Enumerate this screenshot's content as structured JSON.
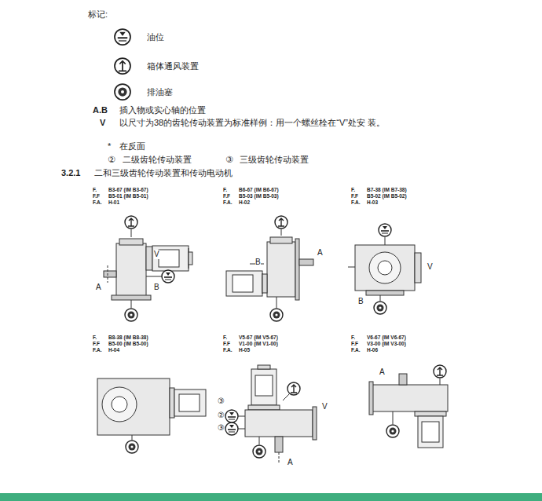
{
  "diagram": {
    "labels": [
      "标记:",
      "A.B",
      "插入物或实心轴的位置",
      "V",
      "以尺寸为38的齿轮传动装置为标准样例：用一个螺丝栓在“V”处安 装。",
      "*",
      "在反面",
      "②",
      "二级齿轮传动装置",
      "③",
      "三级齿轮传动装置",
      "3.2.1",
      "二和三级齿轮传动装置和传动电动机",
      "F.",
      "B3-67 (IM B3-67)",
      "F.F",
      "B5-01 (IM B5-01)",
      "F.A.",
      "H-01",
      "F.",
      "B6-67 (IM B6-67)",
      "F.F",
      "B5-03 (IM B5-03)",
      "F.A.",
      "H-02",
      "F.",
      "B7-38 (IM B7-38)",
      "F.F",
      "B5-02 (IM B5-02)",
      "F.A.",
      "H-03",
      "F.",
      "B8-38 (IM B8-38)",
      "F.F",
      "B5-00 (IM B5-00)",
      "F.A.",
      "H-04",
      "F.",
      "V5-67 (IM V5-67)",
      "F.F",
      "V1-00 (IM V1-00)",
      "F.A.",
      "H-05",
      "F.",
      "V6-67 (IM V6-67)",
      "F.F",
      "V3-00 (IM V3-00)",
      "F.A.",
      "H-06",
      "V",
      "A",
      "B",
      "B",
      "A",
      "V",
      "B",
      "③",
      "②",
      "③",
      "V",
      "A",
      "A"
    ],
    "legend": [
      {
        "text": "油位"
      },
      {
        "text": "箱体通风装置"
      },
      {
        "text": "排油塞"
      }
    ]
  }
}
